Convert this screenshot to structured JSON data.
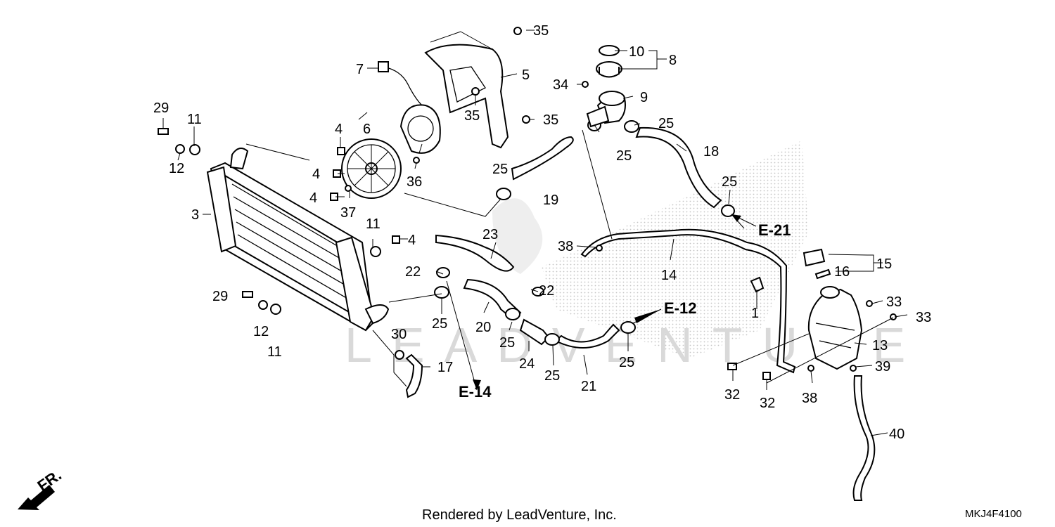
{
  "diagram": {
    "callouts": [
      "1",
      "3",
      "4",
      "5",
      "6",
      "7",
      "8",
      "9",
      "10",
      "11",
      "12",
      "13",
      "14",
      "15",
      "16",
      "17",
      "18",
      "19",
      "20",
      "21",
      "22",
      "23",
      "24",
      "25",
      "29",
      "30",
      "32",
      "33",
      "34",
      "35",
      "36",
      "37",
      "38",
      "39",
      "40"
    ],
    "refs": {
      "e21": "E-21",
      "e12": "E-12",
      "e14": "E-14"
    },
    "direction_label": "FR.",
    "footer": "Rendered by LeadVenture, Inc.",
    "diagram_code": "MKJ4F4100",
    "watermark": "LEADVENTURE"
  }
}
